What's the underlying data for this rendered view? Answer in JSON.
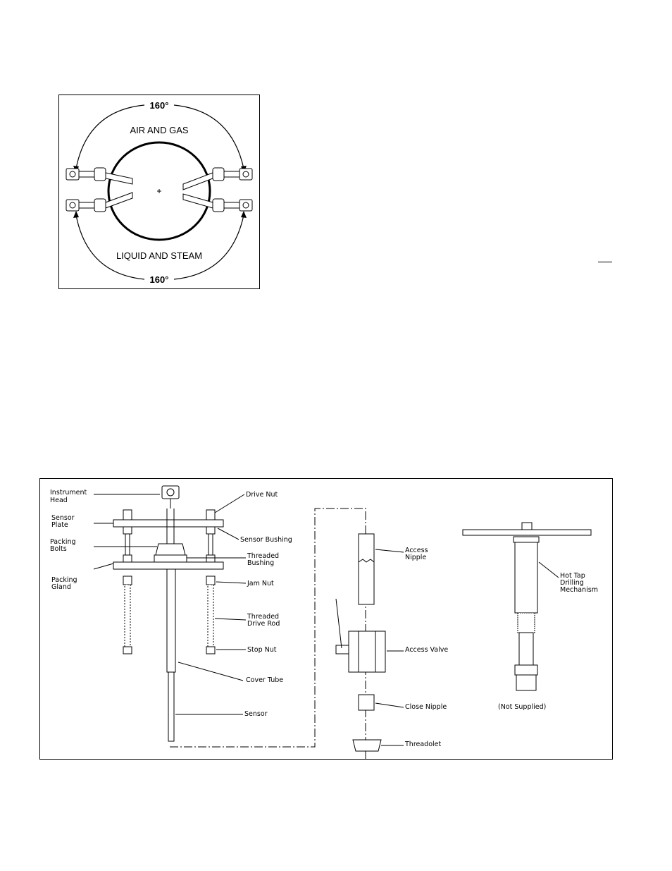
{
  "figure1": {
    "angle_top": "160°",
    "angle_bottom": "160°",
    "label_top": "AIR AND GAS",
    "label_bottom": "LIQUID AND STEAM"
  },
  "figure2": {
    "labels": {
      "instrument_head": [
        "Instrument",
        "Head"
      ],
      "sensor_plate": [
        "Sensor",
        "Plate"
      ],
      "packing_bolts": [
        "Packing",
        "Bolts"
      ],
      "packing_gland": [
        "Packing",
        "Gland"
      ],
      "drive_nut": [
        "Drive Nut"
      ],
      "sensor_bushing": [
        "Sensor Bushing"
      ],
      "threaded_bushing": [
        "Threaded",
        "Bushing"
      ],
      "jam_nut": [
        "Jam Nut"
      ],
      "threaded_drive_rod": [
        "Threaded",
        "Drive Rod"
      ],
      "stop_nut": [
        "Stop Nut"
      ],
      "cover_tube": [
        "Cover Tube"
      ],
      "sensor": [
        "Sensor"
      ],
      "access_nipple": [
        "Access",
        "Nipple"
      ],
      "access_valve": [
        "Access Valve"
      ],
      "close_nipple": [
        "Close Nipple"
      ],
      "threadolet": [
        "Threadolet"
      ],
      "hot_tap": [
        "Hot Tap",
        "Drilling",
        "Mechanism"
      ],
      "not_supplied": [
        "(Not Supplied)"
      ]
    }
  }
}
